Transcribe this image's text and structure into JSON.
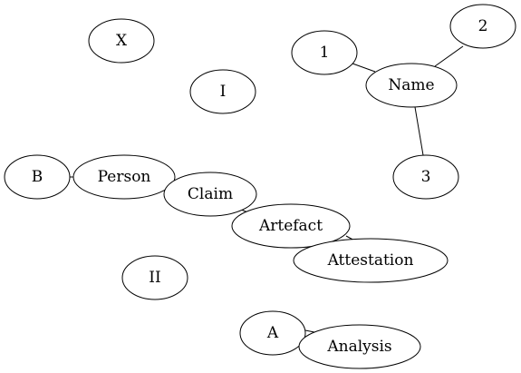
{
  "nodes": [
    {
      "id": "X",
      "label": "X"
    },
    {
      "id": "I",
      "label": "I"
    },
    {
      "id": "n1",
      "label": "1"
    },
    {
      "id": "n2",
      "label": "2"
    },
    {
      "id": "Name",
      "label": "Name"
    },
    {
      "id": "n3",
      "label": "3"
    },
    {
      "id": "B",
      "label": "B"
    },
    {
      "id": "Person",
      "label": "Person"
    },
    {
      "id": "Claim",
      "label": "Claim"
    },
    {
      "id": "Artefact",
      "label": "Artefact"
    },
    {
      "id": "Attestation",
      "label": "Attestation"
    },
    {
      "id": "II",
      "label": "II"
    },
    {
      "id": "A",
      "label": "A"
    },
    {
      "id": "Analysis",
      "label": "Analysis"
    }
  ],
  "edges": [
    {
      "from": "n1",
      "to": "Name"
    },
    {
      "from": "n2",
      "to": "Name"
    },
    {
      "from": "Name",
      "to": "n3"
    },
    {
      "from": "B",
      "to": "Person"
    },
    {
      "from": "Person",
      "to": "Claim"
    },
    {
      "from": "Claim",
      "to": "Artefact"
    },
    {
      "from": "Artefact",
      "to": "Attestation"
    },
    {
      "from": "A",
      "to": "Analysis"
    }
  ]
}
